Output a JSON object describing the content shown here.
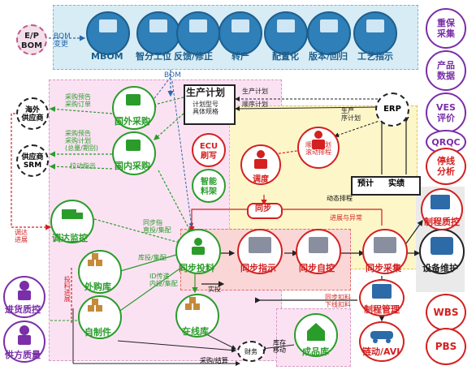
{
  "top_row": {
    "ep_bom": "E/P\nBOM",
    "bom_change": "BOM\n变更",
    "items": [
      "MBOM",
      "智分工位",
      "反馈/修正",
      "转产",
      "配置化",
      "版本/回归",
      "工艺指示"
    ]
  },
  "bom_label": "BOM",
  "left": {
    "overseas_supplier": "海外\n供应商",
    "supplier_srm": "供应商\nSRM",
    "incoming_qc": "进货质控",
    "supplier_quality": "供方质量",
    "dispatch_label": "调达\n进展"
  },
  "procurement": {
    "foreign": "国外采购",
    "domestic": "国内采购",
    "foreign_flow": "采购预告\n采购订单",
    "domestic_flow": "采购预告\n采购计划\n(总量/期别)",
    "push_label": "拉动指示"
  },
  "production_plan": {
    "title": "生产计划",
    "sub": "计划型号\n具体规格",
    "prod_plan_arrow": "生产计划",
    "seq_plan_arrow": "顺序计划"
  },
  "erp": {
    "label": "ERP",
    "seq_plan": "生产\n序计划"
  },
  "middle": {
    "ecu": "ECU\n刷写",
    "smart_rack": "智能\n料架",
    "dispatch": "调度",
    "seq_roll": "顺序计划\n滚动排程",
    "forecast": "预计",
    "actual": "实绩",
    "dynamic": "动态排程",
    "sync": "同步",
    "progress": "进展与异常"
  },
  "sync_row": {
    "sync_feed": "同步投料",
    "sync_instr": "同步指示",
    "sync_self": "同步自控",
    "sync_collect": "同步采集",
    "equip_maint": "设备维护",
    "mfg_qc": "制程质控",
    "mfg_mgmt": "制程管理",
    "chain_avi": "链动/AVI",
    "wip_feed": "同步扣料\n下线扣料",
    "actual_feed": "实投"
  },
  "warehouse": {
    "dispatch_monitor": "调达监控",
    "external": "外购库",
    "self_made": "自制件",
    "online": "在线库",
    "finished": "成品库",
    "finance": "财务",
    "sync_instr_lbl": "同步指\n直投/集配",
    "warehouse_lbl": "库投/集配",
    "id_lbl": "ID传递\n内投/集配",
    "tiechu": "投料进展",
    "stock_move": "库存\n移动",
    "purchase_settle": "采购/结算"
  },
  "right": {
    "items": [
      "重保\n采集",
      "产品\n数据",
      "VES\n评价",
      "QRQC",
      "停线\n分析"
    ],
    "wbs": "WBS",
    "pbs": "PBS"
  }
}
